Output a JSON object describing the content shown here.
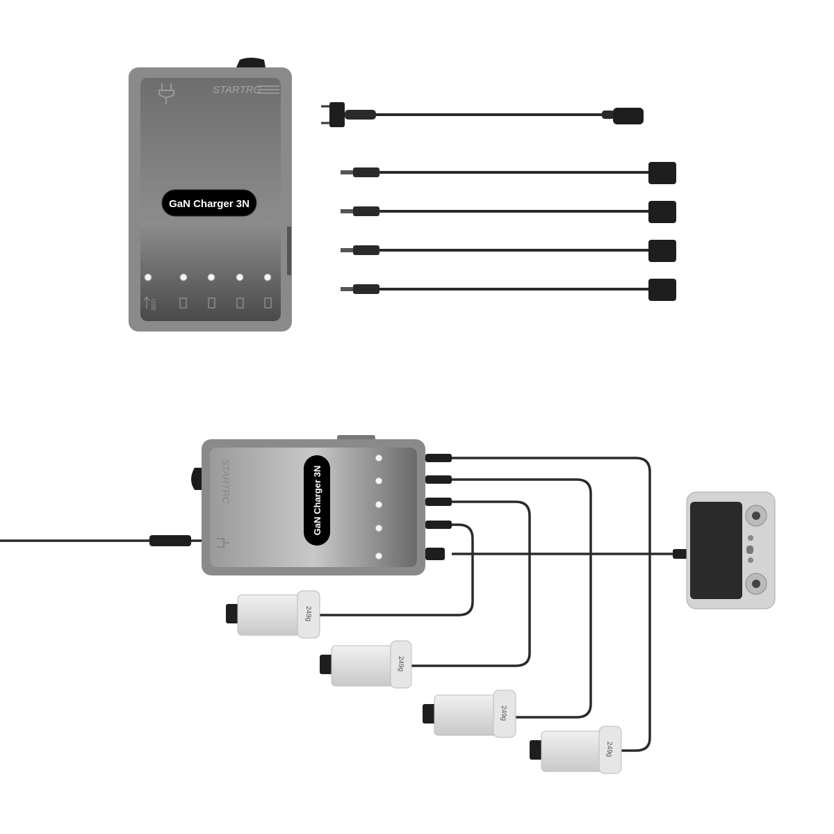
{
  "product": {
    "brand": "STARTRC",
    "name": "GaN Charger 3N",
    "usb_label": "USB",
    "battery_weight": "249g"
  },
  "colors": {
    "charger_body": "#5a5a5a",
    "charger_rim": "#8a8a8a",
    "cable": "#2a2a2a",
    "battery": "#e4e4e4",
    "led": "#f4f4f4"
  },
  "icons": {
    "plug": "plug-icon",
    "usb": "usb-icon",
    "battery": "battery-charging-icon"
  }
}
